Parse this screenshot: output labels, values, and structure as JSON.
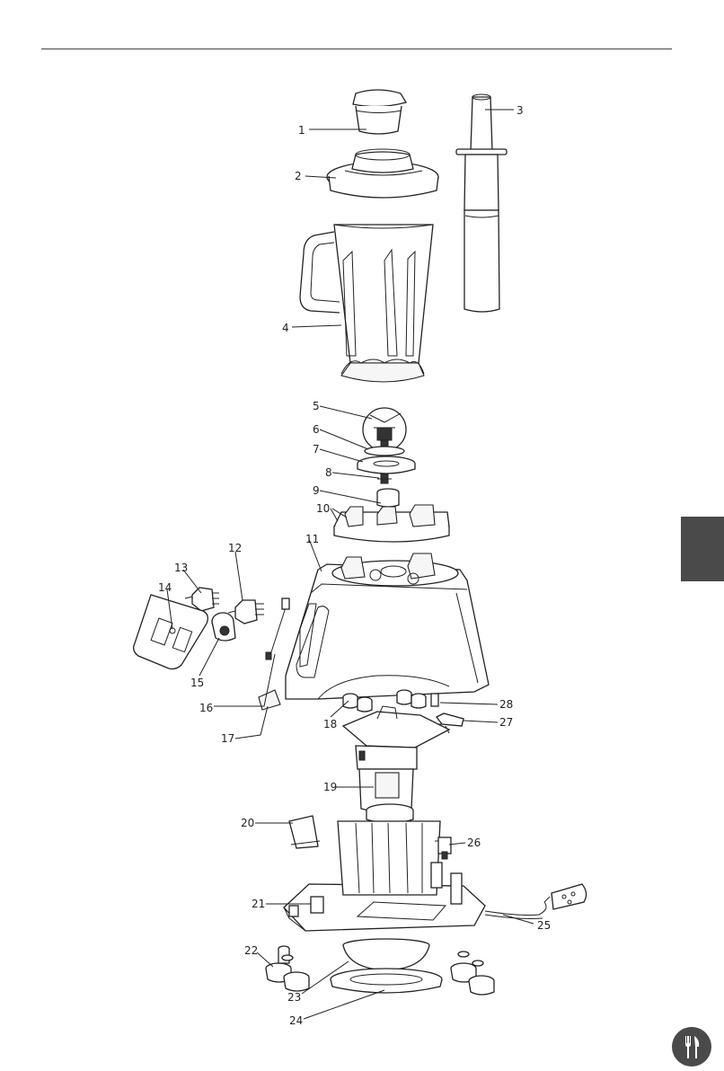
{
  "diagram": {
    "labels": [
      "1",
      "2",
      "3",
      "4",
      "5",
      "6",
      "7",
      "8",
      "9",
      "10",
      "11",
      "12",
      "13",
      "14",
      "15",
      "16",
      "17",
      "18",
      "19",
      "20",
      "21",
      "22",
      "23",
      "24",
      "25",
      "26",
      "27",
      "28"
    ]
  },
  "logo": {
    "icon": "cutlery-icon",
    "color": "#4a4a4a"
  },
  "colors": {
    "line": "#222222",
    "tab": "#4a4a4a"
  }
}
